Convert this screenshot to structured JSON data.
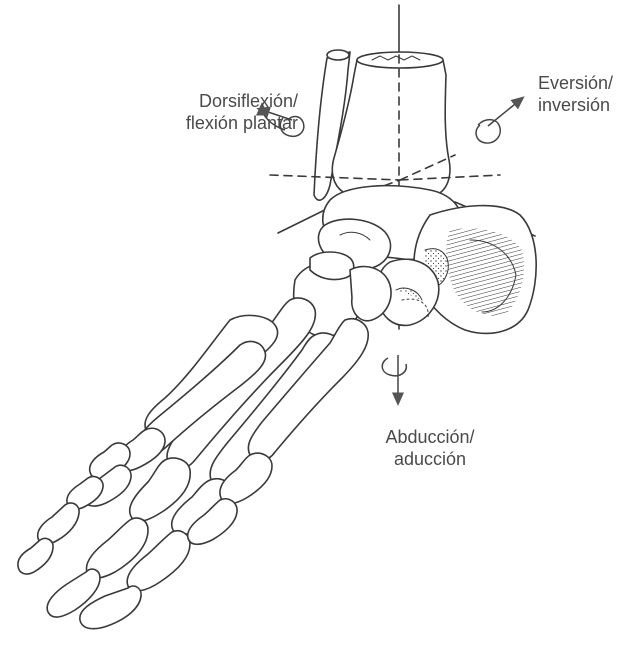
{
  "labels": {
    "dorsiflexion": {
      "line1": "Dorsiflexión/",
      "line2": "flexión plantar"
    },
    "eversion": {
      "line1": "Eversión/",
      "line2": "inversión"
    },
    "abduction": {
      "line1": "Abducción/",
      "line2": "aducción"
    }
  },
  "colors": {
    "ink": "#3a3a3a",
    "label": "#4a4a4a",
    "background": "#ffffff"
  }
}
